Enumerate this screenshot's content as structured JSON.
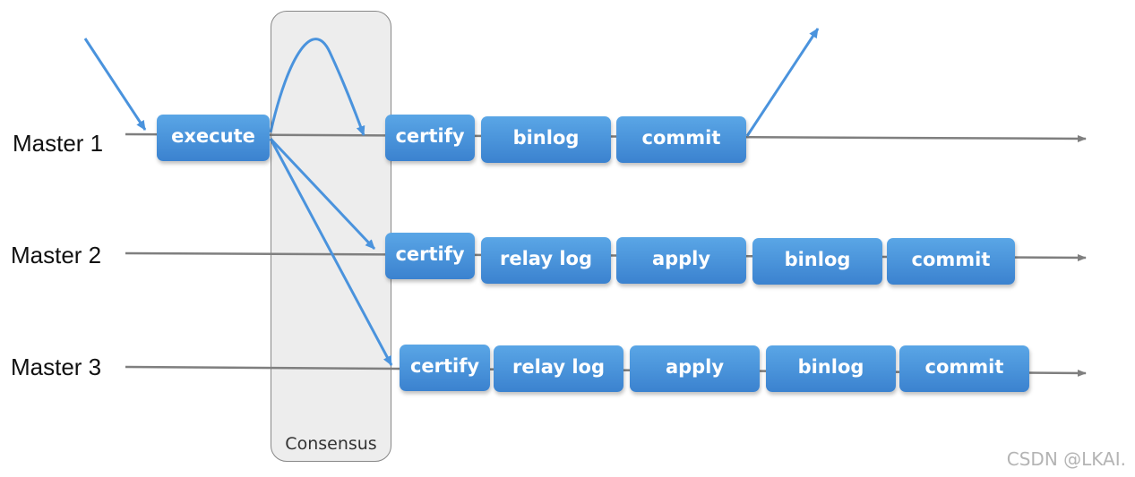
{
  "consensus": {
    "label": "Consensus"
  },
  "masters": [
    {
      "label": "Master 1",
      "steps": [
        "execute",
        "certify",
        "binlog",
        "commit"
      ]
    },
    {
      "label": "Master 2",
      "steps": [
        "certify",
        "relay log",
        "apply",
        "binlog",
        "commit"
      ]
    },
    {
      "label": "Master 3",
      "steps": [
        "certify",
        "relay log",
        "apply",
        "binlog",
        "commit"
      ]
    }
  ],
  "watermark": "CSDN @LKAI.",
  "colors": {
    "box": "#4a93dd",
    "arrow": "#4a93dd",
    "line": "#7f7f7f",
    "panel": "#ededed"
  }
}
